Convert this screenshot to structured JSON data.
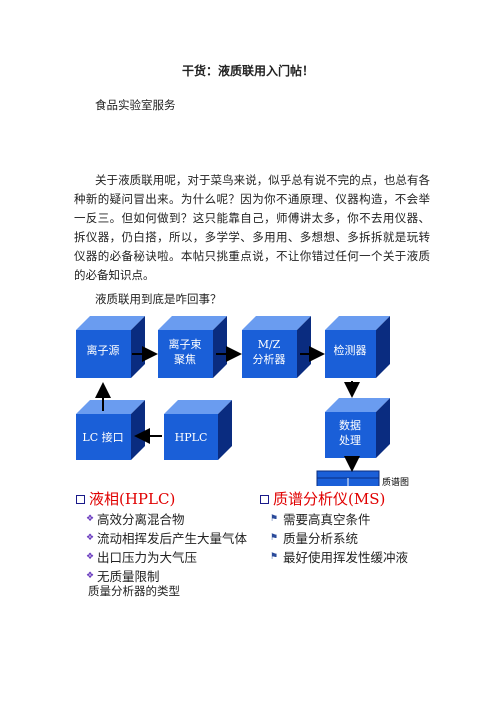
{
  "doc": {
    "title": "干货：液质联用入门帖！",
    "subtitle": "食品实验室服务",
    "paragraph": "关于液质联用呢，对于菜鸟来说，似乎总有说不完的点，也总有各种新的疑问冒出来。为什么呢？因为你不通原理、仪器构造，不会举一反三。但如何做到？这只能靠自己，师傅讲太多，你不去用仪器、拆仪器，仍白搭，所以，多学学、多用用、多想想、多拆拆就是玩转仪器的必备秘诀啦。本帖只挑重点说，不让你错过任何一个关于液质的必备知识点。",
    "question": "液质联用到底是咋回事？",
    "caption": "质量分析器的类型"
  },
  "diagram": {
    "boxes": {
      "ion_source": "离子源",
      "ion_focus_1": "离子束",
      "ion_focus_2": "聚焦",
      "analyzer_1": "M/Z",
      "analyzer_2": "分析器",
      "detector": "检测器",
      "data_1": "数据",
      "data_2": "处理",
      "hplc": "HPLC",
      "lc_interface": "LC 接口",
      "spectrum_partial": "质谱图"
    },
    "colors": {
      "front": "#1a5fd8",
      "top": "#6a9cf0",
      "side": "#0a2c80",
      "arrow": "#000000",
      "text": "#ffffff"
    }
  },
  "lists": {
    "left": {
      "heading": "液相(HPLC)",
      "items": [
        "高效分离混合物",
        "流动相挥发后产生大量气体",
        "出口压力为大气压",
        "无质量限制"
      ]
    },
    "right": {
      "heading": "质谱分析仪(MS)",
      "items": [
        "需要高真空条件",
        "质量分析系统",
        "最好使用挥发性缓冲液"
      ]
    }
  }
}
